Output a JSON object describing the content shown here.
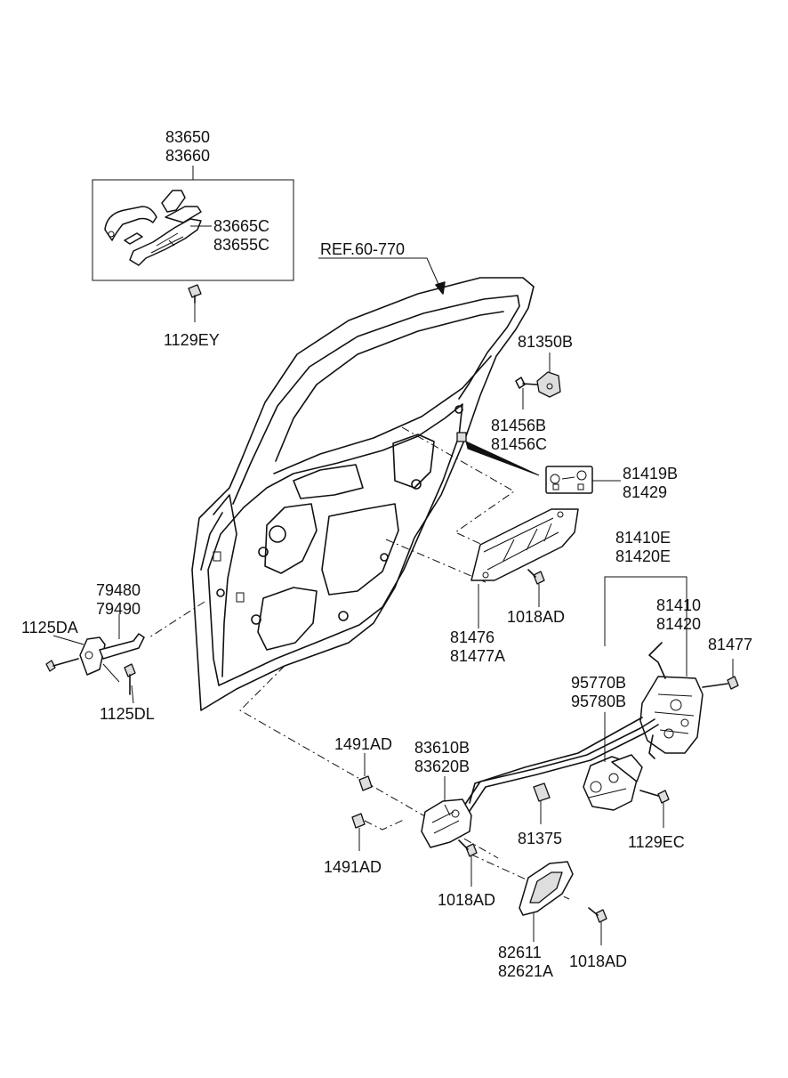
{
  "reference": {
    "text": "REF.60-770"
  },
  "labels": {
    "p83650": "83650",
    "p83660": "83660",
    "p83665C": "83665C",
    "p83655C": "83655C",
    "p1129EY": "1129EY",
    "p81350B": "81350B",
    "p81456B": "81456B",
    "p81456C": "81456C",
    "p81419B": "81419B",
    "p81429": "81429",
    "p81410E": "81410E",
    "p81420E": "81420E",
    "p81410": "81410",
    "p81420": "81420",
    "p81477": "81477",
    "p1018AD_a": "1018AD",
    "p81476": "81476",
    "p81477A": "81477A",
    "p79480": "79480",
    "p79490": "79490",
    "p1125DA": "1125DA",
    "p1125DL": "1125DL",
    "p95770B": "95770B",
    "p95780B": "95780B",
    "p1491AD_a": "1491AD",
    "p83610B": "83610B",
    "p83620B": "83620B",
    "p81375": "81375",
    "p1129EC": "1129EC",
    "p1491AD_b": "1491AD",
    "p1018AD_b": "1018AD",
    "p82611": "82611",
    "p82621A": "82621A",
    "p1018AD_c": "1018AD"
  },
  "colors": {
    "line": "#111111",
    "background": "#ffffff",
    "shade": "#dedede"
  }
}
